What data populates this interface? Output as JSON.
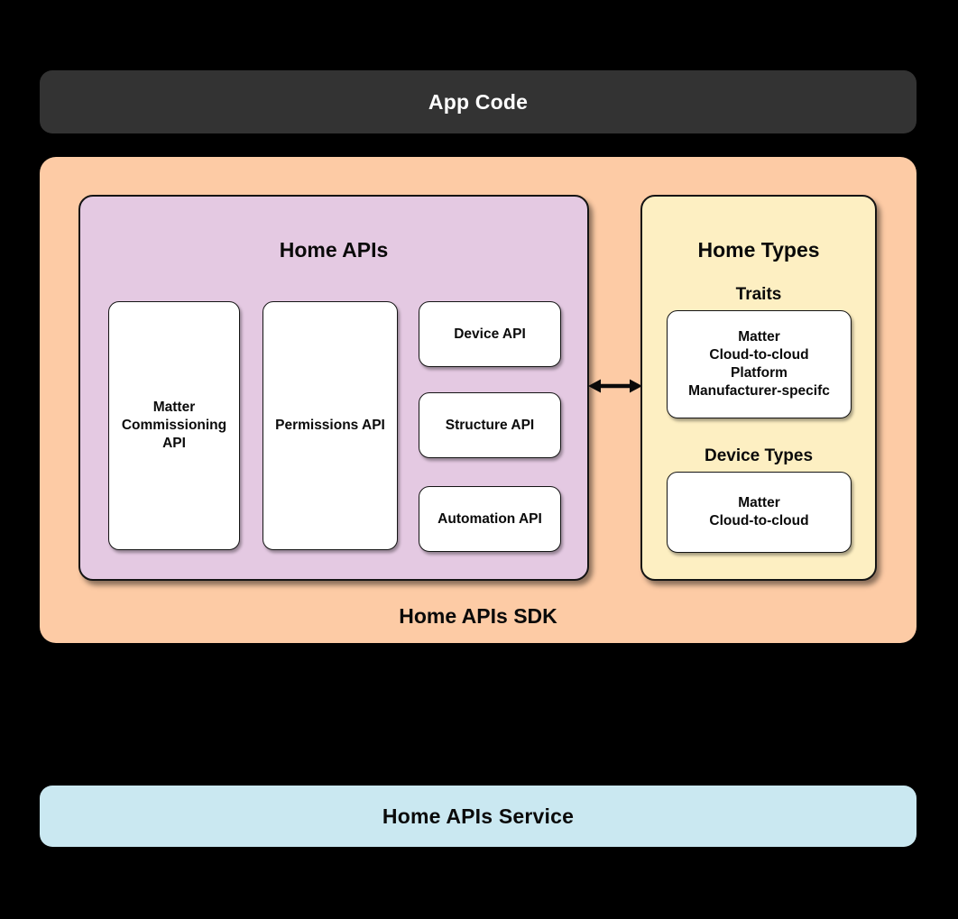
{
  "colors": {
    "background": "#000000",
    "app_code_bg": "#333333",
    "sdk_bg": "#FDCBA5",
    "home_apis_bg": "#E4C9E2",
    "home_types_bg": "#FDEFC2",
    "card_bg": "#FFFFFF",
    "service_bg": "#CAE8F1",
    "text_dark": "#0a0a0a",
    "text_light": "#FFFFFF"
  },
  "diagram": {
    "app_code": {
      "label": "App Code"
    },
    "sdk": {
      "label": "Home APIs SDK",
      "home_apis": {
        "title": "Home APIs",
        "cards": [
          {
            "name": "matter-commissioning-api",
            "label": "Matter\nCommissioning\nAPI"
          },
          {
            "name": "permissions-api",
            "label": "Permissions API"
          },
          {
            "name": "device-api",
            "label": "Device API"
          },
          {
            "name": "structure-api",
            "label": "Structure API"
          },
          {
            "name": "automation-api",
            "label": "Automation API"
          }
        ]
      },
      "connector": {
        "icon": "bidirectional-arrow-icon"
      },
      "home_types": {
        "title": "Home Types",
        "sections": [
          {
            "title": "Traits",
            "card": "Matter\nCloud-to-cloud\nPlatform\nManufacturer-specifc"
          },
          {
            "title": "Device Types",
            "card": "Matter\nCloud-to-cloud"
          }
        ]
      }
    },
    "service": {
      "label": "Home APIs Service"
    }
  }
}
